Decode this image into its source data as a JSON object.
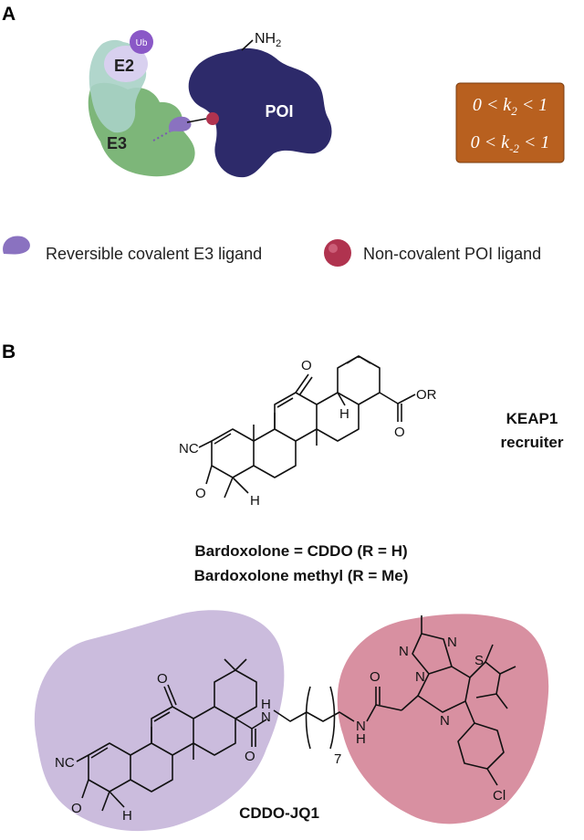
{
  "panel_a": {
    "label": "A",
    "ub": "Ub",
    "e2": "E2",
    "e3": "E3",
    "poi": "POI",
    "nh2": "NH",
    "nh2_sub": "2",
    "rate_box": {
      "line1": "0 < k",
      "line1_sub": "2",
      "line1_end": " < 1",
      "line2": "0 < k",
      "line2_sub": "-2",
      "line2_end": " < 1",
      "color": "#b8601f"
    },
    "legend": [
      {
        "text": "Reversible covalent E3 ligand",
        "icon": "purple-ligand-icon",
        "color": "#8a72c0"
      },
      {
        "text": "Non-covalent POI ligand",
        "icon": "red-sphere-icon",
        "color": "#b0334f"
      }
    ],
    "colors": {
      "e3": "#6fae6a",
      "e2": "#a9d2c7",
      "poi": "#2d2a6a",
      "ub": "#8a58c7"
    }
  },
  "panel_b": {
    "label": "B",
    "keap1_line1": "KEAP1",
    "keap1_line2": "recruiter",
    "caption_line1": "Bardoxolone = CDDO (R = H)",
    "caption_line2": "Bardoxolone methyl (R = Me)",
    "conjugate": "CDDO-JQ1",
    "atoms": {
      "cn": "NC",
      "o": "O",
      "h": "H",
      "or": "OR",
      "n": "N",
      "s": "S",
      "cl": "Cl",
      "sub7": "7"
    },
    "colors": {
      "left_blob": "#c5b5d9",
      "right_blob": "#d68a9c"
    }
  }
}
